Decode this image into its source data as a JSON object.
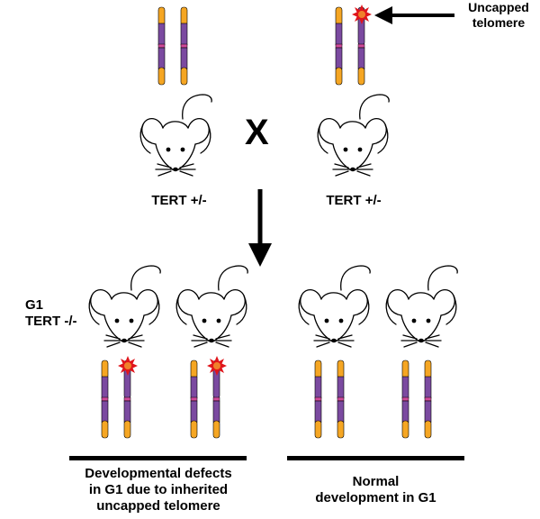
{
  "labels": {
    "uncapped_telomere": "Uncapped\ntelomere",
    "cross_symbol": "X",
    "parent_left": "TERT +/-",
    "parent_right": "TERT +/-",
    "g1_genotype": "G1\nTERT -/-",
    "outcome_left": "Developmental defects\nin G1 due to inherited\nuncapped telomere",
    "outcome_right": "Normal\ndevelopment in G1"
  },
  "colors": {
    "telomere": "#f5a623",
    "chromosome_body": "#7b4aa0",
    "centromere": "#d04a9a",
    "uncapped_marker": "#e0151b",
    "outline": "#000000"
  }
}
